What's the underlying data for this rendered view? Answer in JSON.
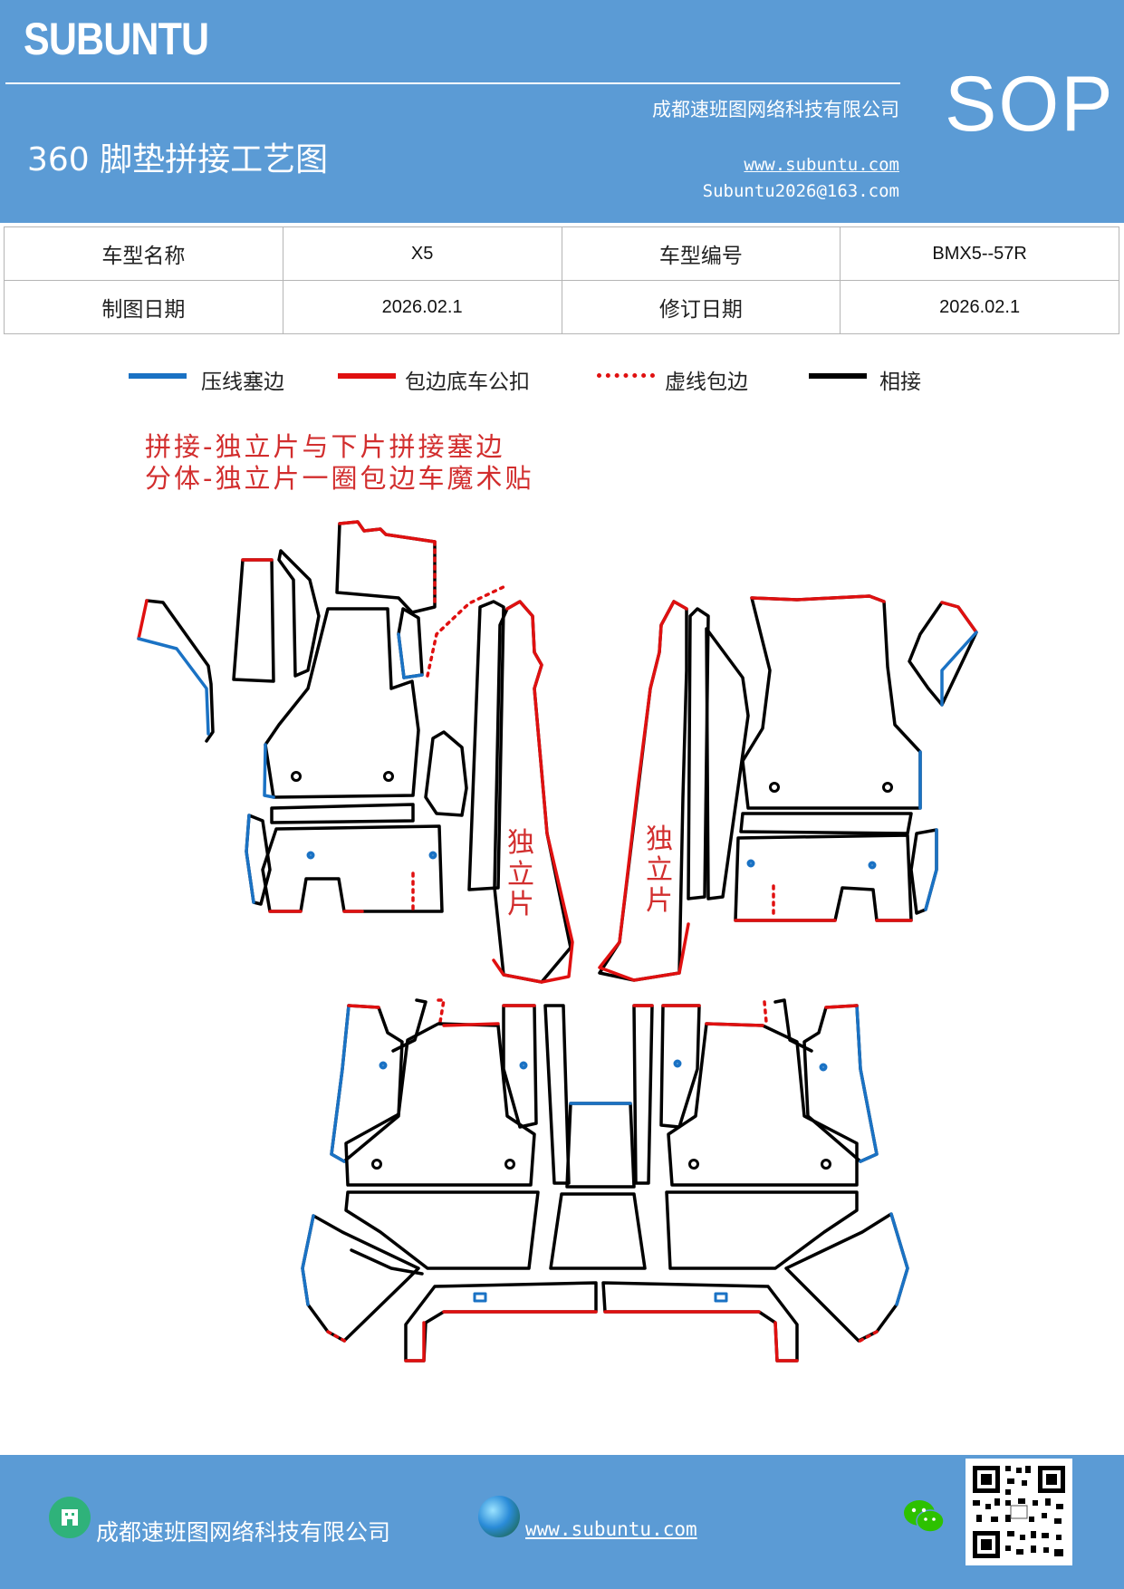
{
  "header": {
    "brand": "SUBUNTU",
    "title": "360 脚垫拼接工艺图",
    "company": "成都速班图网络科技有限公司",
    "website": "www.subuntu.com",
    "email": "Subuntu2026@163.com",
    "badge": "SOP",
    "background_color": "#5b9bd5"
  },
  "info_table": {
    "model_name_label": "车型名称",
    "model_name_value": "X5",
    "model_code_label": "车型编号",
    "model_code_value": "BMX5--57R",
    "draw_date_label": "制图日期",
    "draw_date_value": "2026.02.1",
    "revise_date_label": "修订日期",
    "revise_date_value": "2026.02.1"
  },
  "legend": [
    {
      "label": "压线塞边",
      "color": "#1a72c4",
      "style": "solid"
    },
    {
      "label": "包边底车公扣",
      "color": "#e01010",
      "style": "solid"
    },
    {
      "label": "虚线包边",
      "color": "#e01010",
      "style": "dotted"
    },
    {
      "label": "相接",
      "color": "#000000",
      "style": "solid"
    }
  ],
  "notes": [
    "拼接-独立片与下片拼接塞边",
    "分体-独立片一圈包边车魔术贴"
  ],
  "diagram": {
    "left_piece_label": [
      "独",
      "立",
      "片"
    ],
    "right_piece_label": [
      "独",
      "立",
      "片"
    ]
  },
  "footer": {
    "company": "成都速班图网络科技有限公司",
    "website": "www.subuntu.com ",
    "icons": [
      "building-icon",
      "globe-icon",
      "wechat-icon",
      "qr-code"
    ]
  }
}
